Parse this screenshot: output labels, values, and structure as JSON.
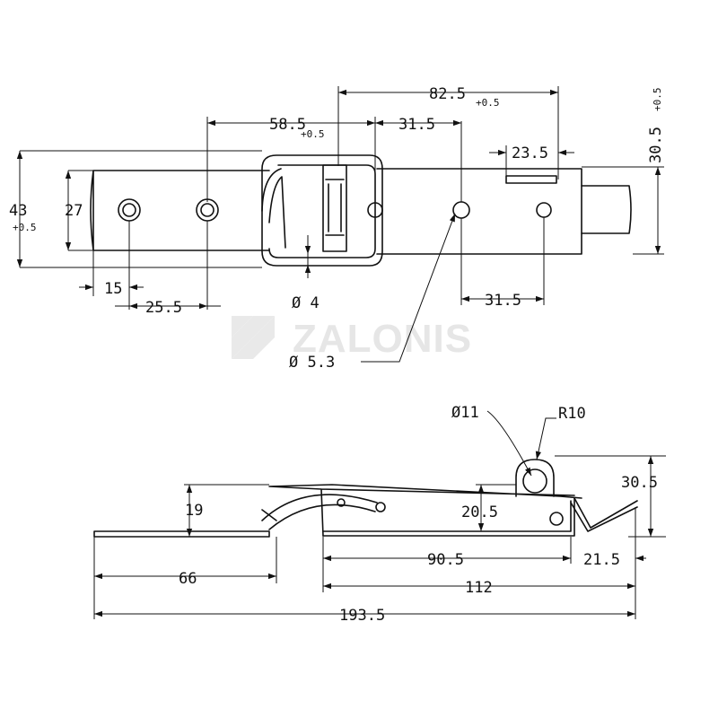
{
  "watermark": {
    "text": "ZALONIS"
  },
  "top_view": {
    "dim_82_5": "82.5",
    "tol_82_5": "+0.5",
    "dim_58_5": "58.5",
    "tol_58_5": "+0.5",
    "dim_31_5_top": "31.5",
    "dim_23_5": "23.5",
    "dim_30_5": "30.5",
    "tol_30_5": "+0.5",
    "dim_43": "43",
    "tol_43": "+0.5",
    "dim_27": "27",
    "dim_15": "15",
    "dim_25_5": "25.5",
    "dim_dia_4": "Ø 4",
    "dim_31_5_bottom": "31.5",
    "dim_dia_5_3": "Ø 5.3"
  },
  "side_view": {
    "dim_dia_11": "Ø11",
    "dim_r10": "R10",
    "dim_30_5": "30.5",
    "dim_19": "19",
    "dim_20_5": "20.5",
    "dim_66": "66",
    "dim_90_5": "90.5",
    "dim_21_5": "21.5",
    "dim_112": "112",
    "dim_193_5": "193.5"
  }
}
